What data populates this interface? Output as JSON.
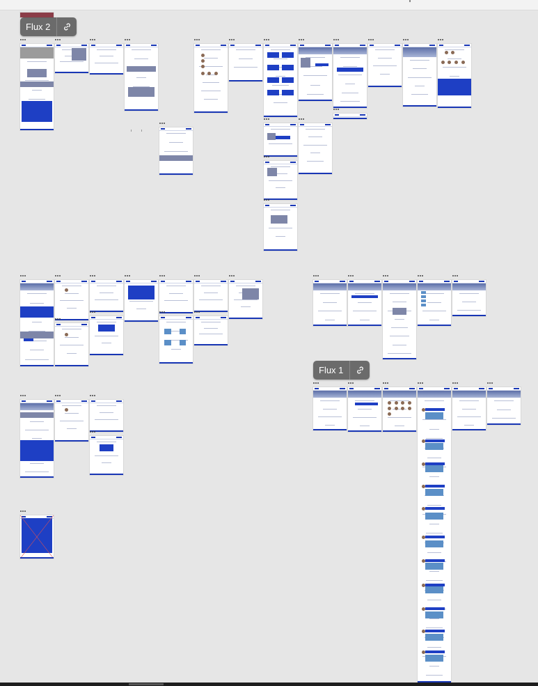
{
  "flux_tags": {
    "flux2": {
      "label": "Flux 2",
      "link_icon": "link-icon"
    },
    "flux1": {
      "label": "Flux 1",
      "link_icon": "link-icon"
    }
  },
  "colors": {
    "canvas": "#e6e6e6",
    "tag_background": "#6b6b6b",
    "brand_blue": "#1e3fc4",
    "frame_background": "#ffffff"
  },
  "frames": {
    "flux2_row1": [
      "frame",
      "frame",
      "frame",
      "frame",
      "frame",
      "frame",
      "frame",
      "frame",
      "frame",
      "frame",
      "frame",
      "frame"
    ],
    "flux2_row2": [
      "frame",
      "frame",
      "frame",
      "frame",
      "frame"
    ],
    "flux3_row1": [
      "frame",
      "frame",
      "frame",
      "frame",
      "frame",
      "frame",
      "frame"
    ],
    "flux4_row1": [
      "frame",
      "frame",
      "frame",
      "frame",
      "frame"
    ],
    "flux1_row1": [
      "frame",
      "frame",
      "frame",
      "frame",
      "frame",
      "frame"
    ],
    "flux5_row1": [
      "frame",
      "frame",
      "frame"
    ],
    "misc": [
      "frame"
    ]
  }
}
